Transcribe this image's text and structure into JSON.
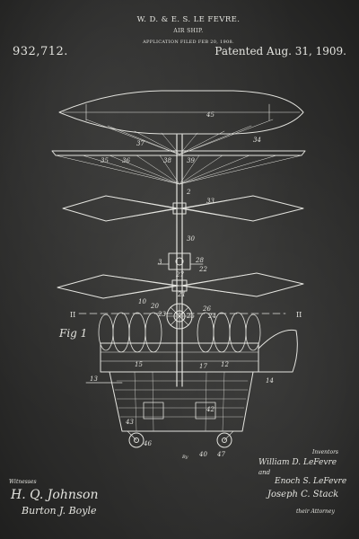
{
  "header": {
    "patent_number": "932,712.",
    "inventors": "W. D. & E. S. LE FEVRE.",
    "title": "AIR SHIP.",
    "application": "APPLICATION FILED FEB 20, 1908.",
    "patented": "Patented Aug. 31, 1909."
  },
  "figure": {
    "label": "Fig 1",
    "section_marks": [
      "II",
      "II"
    ],
    "refs": [
      "45",
      "34",
      "37",
      "35",
      "36",
      "38",
      "39",
      "2",
      "33",
      "30",
      "3",
      "28",
      "22",
      "27",
      "21",
      "26",
      "10",
      "23",
      "20",
      "24",
      "25",
      "15",
      "13",
      "17",
      "12",
      "14",
      "42",
      "43",
      "46",
      "40",
      "47"
    ]
  },
  "footer": {
    "witnesses_label": "Witnesses",
    "witness_1": "H. Q. Johnson",
    "witness_2": "Burton J. Boyle",
    "inventors_label": "Inventors",
    "inventor_1": "William D. LeFevre",
    "and_text": "and",
    "inventor_2": "Enoch S. LeFevre",
    "by_text": "By",
    "attorney": "Joseph C. Stack",
    "attorney_label": "their Attorney"
  },
  "colors": {
    "background": "#2e2e2c",
    "ink": "#e4e4df"
  }
}
